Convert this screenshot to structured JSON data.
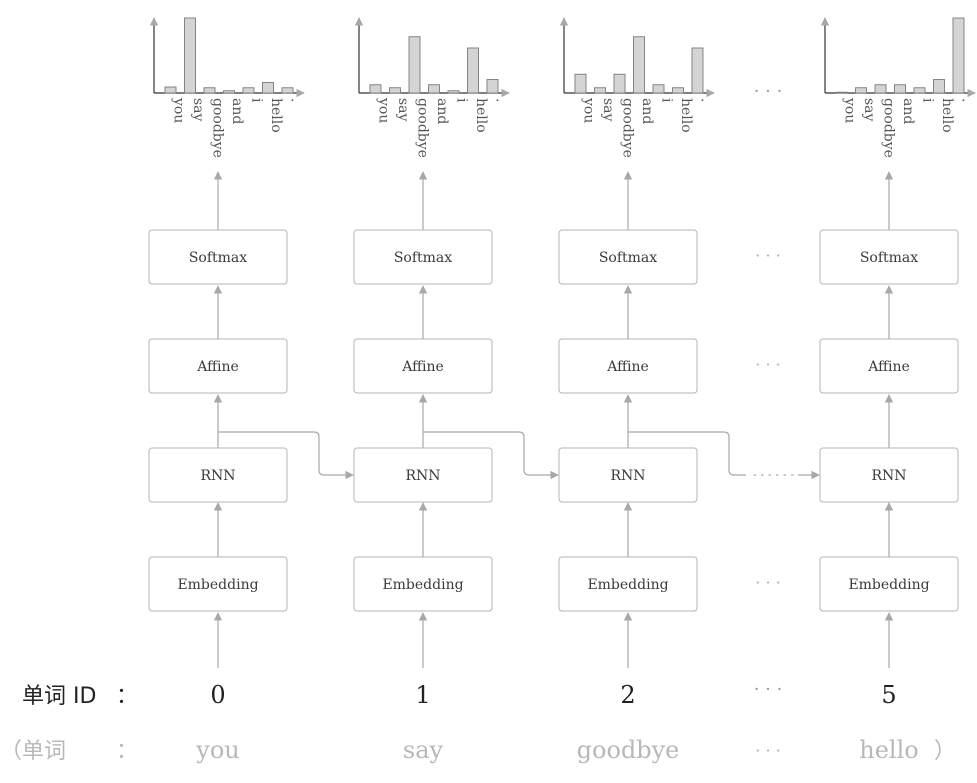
{
  "diagram": {
    "layers": [
      "Softmax",
      "Affine",
      "RNN",
      "Embedding"
    ],
    "vocabulary": [
      "you",
      "say",
      "goodbye",
      "and",
      "i",
      "hello",
      "."
    ],
    "timesteps": [
      {
        "word_id": "0",
        "word": "you",
        "probabilities": [
          0.08,
          1.0,
          0.07,
          0.03,
          0.07,
          0.14,
          0.07
        ]
      },
      {
        "word_id": "1",
        "word": "say",
        "probabilities": [
          0.11,
          0.07,
          0.75,
          0.11,
          0.03,
          0.6,
          0.18
        ]
      },
      {
        "word_id": "2",
        "word": "goodbye",
        "probabilities": [
          0.25,
          0.07,
          0.25,
          0.75,
          0.11,
          0.07,
          0.6
        ]
      },
      {
        "word_id": "5",
        "word": "hello",
        "probabilities": [
          0.0,
          0.07,
          0.11,
          0.11,
          0.07,
          0.18,
          1.0
        ]
      }
    ],
    "ellipsis": "· · ·",
    "row_labels": {
      "word_id_label": "单词 ID",
      "word_label_open": "（单词",
      "colon": "：",
      "close_paren": "）"
    }
  }
}
